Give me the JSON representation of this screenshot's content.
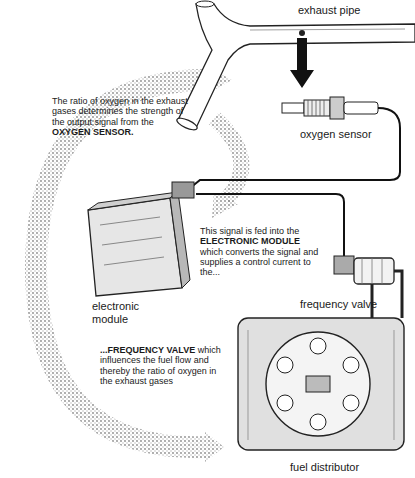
{
  "diagram": {
    "labels": [
      "exhaust pipe",
      "The ratio of oxygen in the exhaust gases determines the strength of the output signal from the OXYGEN SENSOR.",
      "oxygen sensor",
      "This signal is fed into the ELECTRONIC MODULE which converts the signal and supplies a control current to the...",
      "electronic module",
      "frequency valve",
      "...FREQUENCY VALVE which influences the fuel flow and thereby the ratio of oxygen in the exhaust gases",
      "fuel distributor"
    ]
  }
}
